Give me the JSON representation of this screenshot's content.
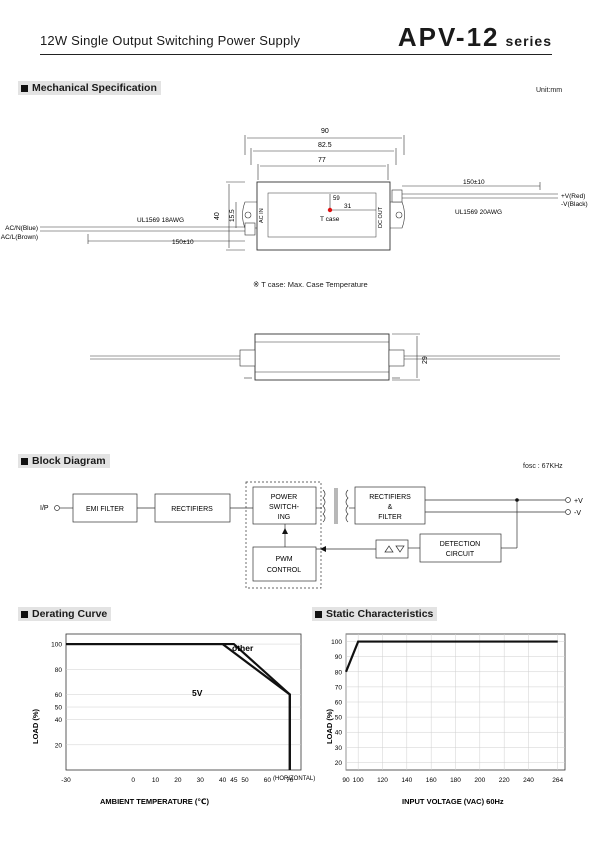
{
  "header": {
    "subtitle": "12W Single Output Switching Power Supply",
    "model": "APV-12",
    "series_word": "series"
  },
  "mech": {
    "title": "Mechanical Specification",
    "unit": "Unit:mm",
    "dims": {
      "w90": "90",
      "w825": "82.5",
      "w77": "77",
      "d59": "59",
      "d31": "31",
      "h40": "40",
      "h155": "15.5",
      "h29": "29"
    },
    "wire_out_len": "150±10",
    "wire_in_len": "150±10",
    "wire_in_spec": "UL1569  18AWG",
    "wire_out_spec": "UL1569  20AWG",
    "in_n": "AC/N(Blue)",
    "in_l": "AC/L(Brown)",
    "out_pos": "+V(Red)",
    "out_neg": "-V(Black)",
    "label_acin": "AC IN",
    "label_dcout": "DC OUT",
    "tcase": "T case",
    "note": "※ T case: Max. Case Temperature"
  },
  "block": {
    "title": "Block Diagram",
    "fosc": "fosc : 67KHz",
    "ip": "I/P",
    "emi": "EMI FILTER",
    "rect1": "RECTIFIERS",
    "power1": "POWER",
    "power2": "SWITCH-",
    "power3": "ING",
    "rect2a": "RECTIFIERS",
    "rect2b": "&",
    "rect2c": "FILTER",
    "pwm1": "PWM",
    "pwm2": "CONTROL",
    "det1": "DETECTION",
    "det2": "CIRCUIT",
    "vpos": "+V",
    "vneg": "-V"
  },
  "derating": {
    "title": "Derating Curve",
    "ylabel": "LOAD (%)",
    "xlabel": "AMBIENT TEMPERATURE (℃)",
    "xunit": "(HORIZONTAL)",
    "yticks": [
      "100",
      "80",
      "60",
      "50",
      "40",
      "20"
    ],
    "xticks": [
      "-30",
      "0",
      "10",
      "20",
      "30",
      "40",
      "45",
      "50",
      "60",
      "70"
    ],
    "label_other": "other",
    "label_5v": "5V"
  },
  "static": {
    "title": "Static Characteristics",
    "ylabel": "LOAD (%)",
    "xlabel": "INPUT VOLTAGE (VAC) 60Hz",
    "yticks": [
      "100",
      "90",
      "80",
      "70",
      "60",
      "50",
      "40",
      "30",
      "20"
    ],
    "xticks": [
      "90",
      "100",
      "120",
      "140",
      "160",
      "180",
      "200",
      "220",
      "240",
      "264"
    ]
  },
  "chart_data": [
    {
      "type": "line",
      "title": "Derating Curve",
      "xlabel": "AMBIENT TEMPERATURE (℃)",
      "ylabel": "LOAD (%)",
      "xlim": [
        -30,
        75
      ],
      "ylim": [
        0,
        108
      ],
      "series": [
        {
          "name": "other",
          "x": [
            -30,
            40,
            45,
            70,
            70
          ],
          "y": [
            100,
            100,
            100,
            60,
            0
          ]
        },
        {
          "name": "5V",
          "x": [
            -30,
            40,
            70,
            70
          ],
          "y": [
            100,
            100,
            60,
            0
          ]
        }
      ]
    },
    {
      "type": "line",
      "title": "Static Characteristics",
      "xlabel": "INPUT VOLTAGE (VAC) 60Hz",
      "ylabel": "LOAD (%)",
      "xlim": [
        90,
        270
      ],
      "ylim": [
        15,
        105
      ],
      "series": [
        {
          "x": [
            90,
            100,
            264
          ],
          "y": [
            80,
            100,
            100
          ]
        }
      ]
    }
  ]
}
